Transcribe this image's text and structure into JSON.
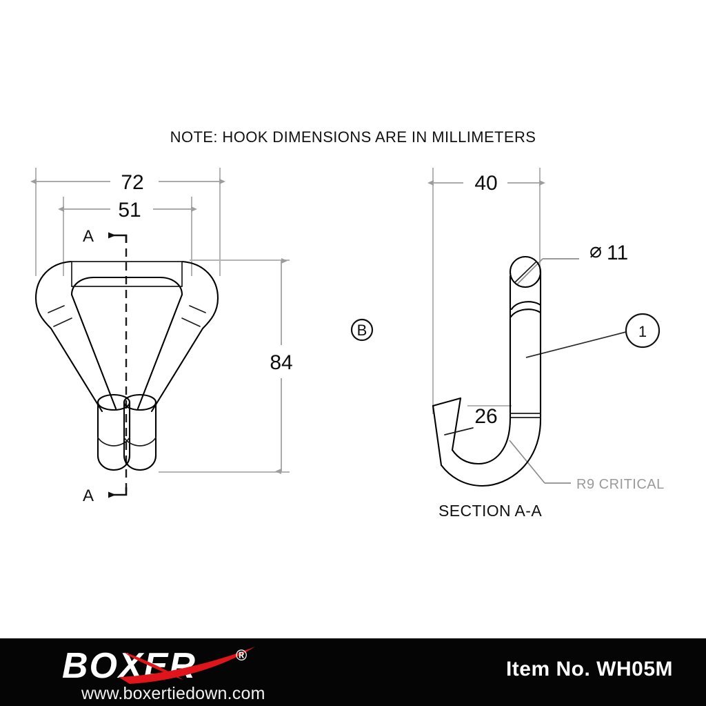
{
  "note": "NOTE: HOOK DIMENSIONS ARE IN MILLIMETERS",
  "top_view": {
    "width_overall": "72",
    "width_inner": "51",
    "height_overall": "84",
    "section_mark_top": "A",
    "section_mark_bottom": "A"
  },
  "detail_mark": "B",
  "section_view": {
    "title": "SECTION A-A",
    "width": "40",
    "throat": "26",
    "diameter_symbol": "⌀",
    "diameter_value": "11",
    "radius_note": "R9 CRITICAL",
    "balloon": "1"
  },
  "footer": {
    "brand": "BOXER",
    "registered": "®",
    "url": "www.boxertiedown.com",
    "item_label": "Item No. WH05M",
    "bg_color": "#050505",
    "accent_color": "#e0151b",
    "text_color": "#ffffff"
  }
}
